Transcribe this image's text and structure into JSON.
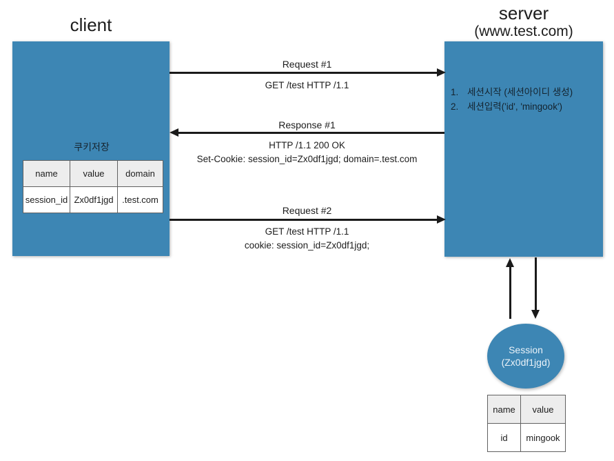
{
  "client": {
    "title": "client",
    "cookie_store_label": "쿠키저장",
    "cookie_table": {
      "headers": [
        "name",
        "value",
        "domain"
      ],
      "rows": [
        [
          "session_id",
          "Zx0df1jgd",
          ".test.com"
        ]
      ]
    }
  },
  "server": {
    "title": "server",
    "subtitle": "(www.test.com)",
    "steps": [
      {
        "num": "1.",
        "text": "세션시작 (세션아이디 생성)"
      },
      {
        "num": "2.",
        "text": "세션입력('id', 'mingook')"
      }
    ]
  },
  "messages": [
    {
      "title": "Request #1",
      "lines": [
        "GET /test HTTP /1.1"
      ],
      "direction": "right"
    },
    {
      "title": "Response #1",
      "lines": [
        "HTTP /1.1 200 OK",
        "Set-Cookie: session_id=Zx0df1jgd; domain=.test.com"
      ],
      "direction": "left"
    },
    {
      "title": "Request #2",
      "lines": [
        "GET /test HTTP /1.1",
        "cookie: session_id=Zx0df1jgd;"
      ],
      "direction": "right"
    }
  ],
  "session": {
    "label": "Session",
    "id": "(Zx0df1jgd)",
    "table": {
      "headers": [
        "name",
        "value"
      ],
      "rows": [
        [
          "id",
          "mingook"
        ]
      ]
    }
  },
  "colors": {
    "node_blue": "#3d86b4",
    "arrow_black": "#1a1a1a",
    "table_header_gray": "#ededed",
    "background": "#ffffff"
  }
}
